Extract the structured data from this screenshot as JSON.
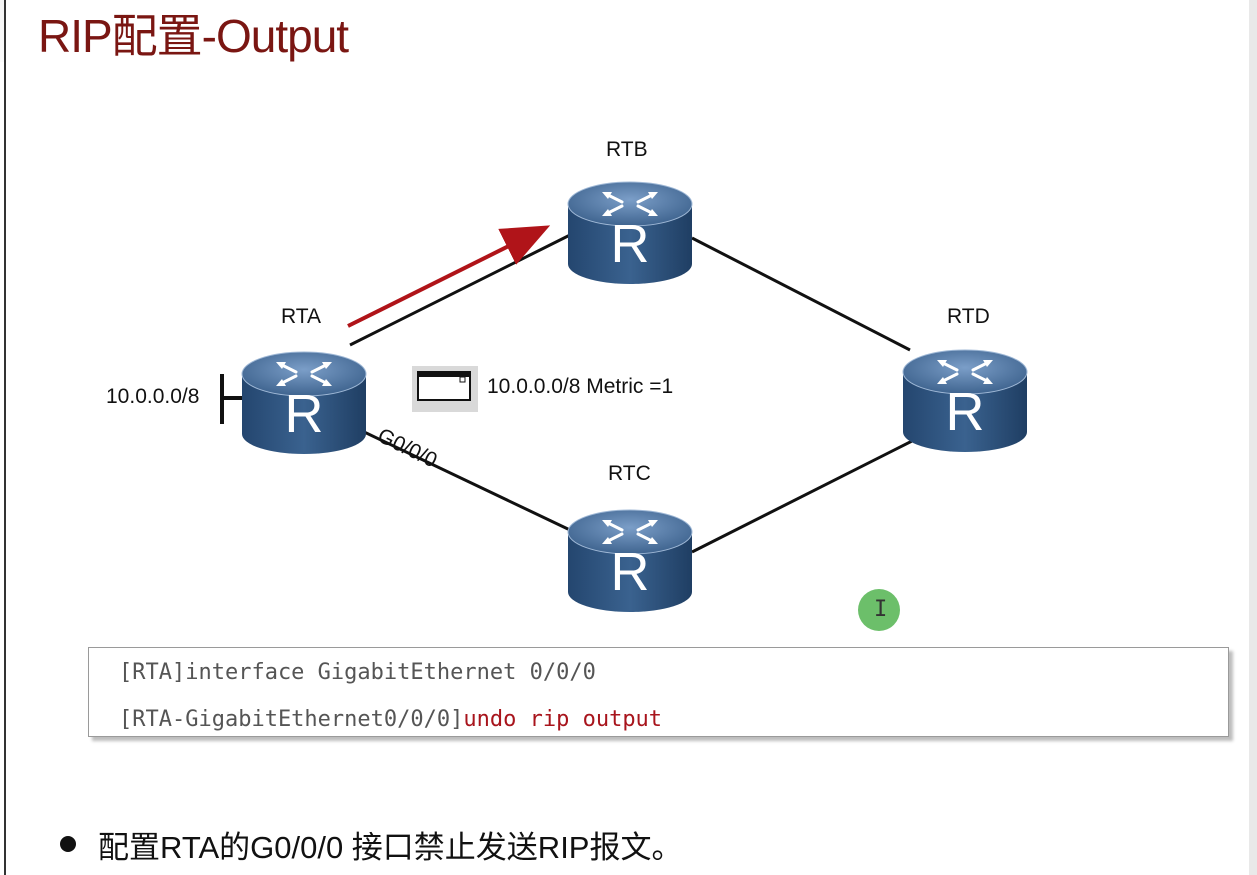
{
  "slide": {
    "title": "RIP配置-Output"
  },
  "routers": [
    {
      "id": "RTA",
      "label": "RTA"
    },
    {
      "id": "RTB",
      "label": "RTB"
    },
    {
      "id": "RTC",
      "label": "RTC"
    },
    {
      "id": "RTD",
      "label": "RTD"
    }
  ],
  "router_glyph": "R",
  "network_label": "10.0.0.0/8",
  "interface_label": "G0/0/0",
  "update_label": "10.0.0.0/8 Metric =1",
  "code": {
    "line1": "[RTA]interface GigabitEthernet 0/0/0",
    "line2_prefix": "[RTA-GigabitEthernet0/0/0]",
    "line2_cmd": "undo rip output"
  },
  "bullet": "配置RTA的G0/0/0 接口禁止发送RIP报文。",
  "colors": {
    "title": "#7a1612",
    "router_top": "#4a6f99",
    "router_body": "#2e527d",
    "arrow": "#b01419",
    "command_red": "#a8141c",
    "cursor": "#6cbf6a"
  },
  "icons": {
    "router": "router-icon",
    "packet": "packet-icon",
    "cursor": "text-cursor-icon"
  }
}
